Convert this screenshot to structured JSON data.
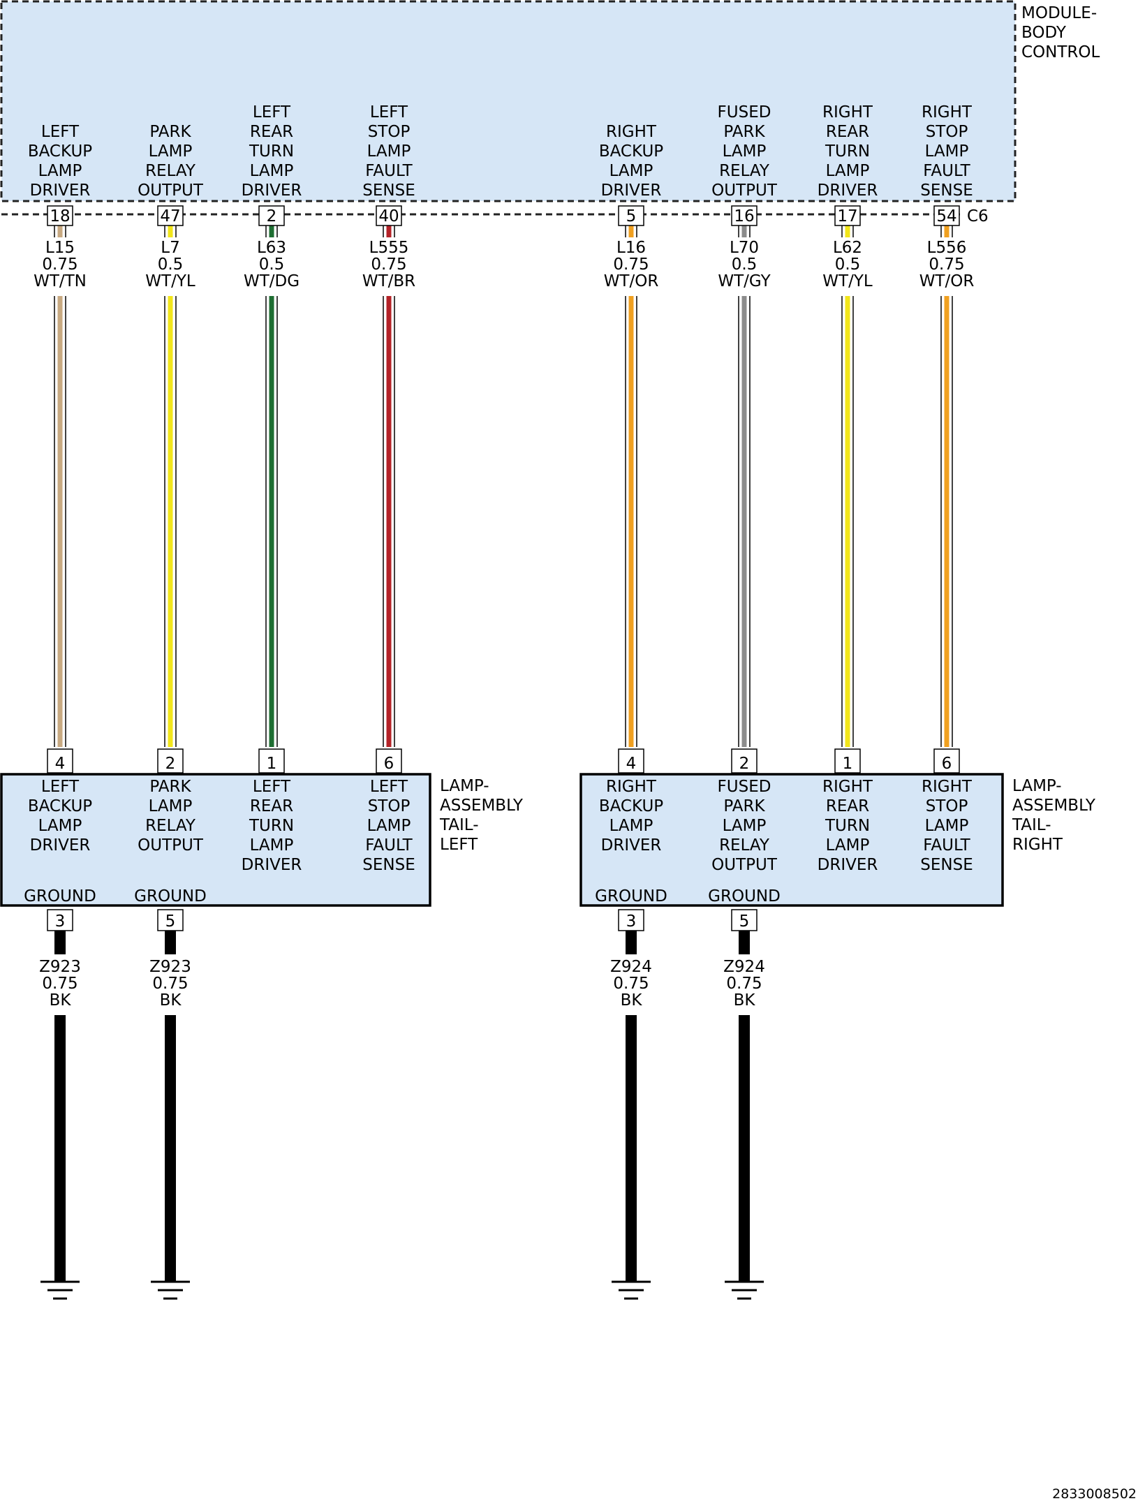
{
  "module": {
    "name_lines": [
      "MODULE-",
      "BODY",
      "CONTROL"
    ],
    "connector": "C6",
    "fill_color": "#d6e6f6",
    "pins": [
      {
        "label_lines": [
          "LEFT",
          "BACKUP",
          "LAMP",
          "DRIVER"
        ],
        "pin": "18"
      },
      {
        "label_lines": [
          "PARK",
          "LAMP",
          "RELAY",
          "OUTPUT"
        ],
        "pin": "47"
      },
      {
        "label_lines": [
          "LEFT",
          "REAR",
          "TURN",
          "LAMP",
          "DRIVER"
        ],
        "pin": "2"
      },
      {
        "label_lines": [
          "LEFT",
          "STOP",
          "LAMP",
          "FAULT",
          "SENSE"
        ],
        "pin": "40"
      },
      {
        "label_lines": [
          "RIGHT",
          "BACKUP",
          "LAMP",
          "DRIVER"
        ],
        "pin": "5"
      },
      {
        "label_lines": [
          "FUSED",
          "PARK",
          "LAMP",
          "RELAY",
          "OUTPUT"
        ],
        "pin": "16"
      },
      {
        "label_lines": [
          "RIGHT",
          "REAR",
          "TURN",
          "LAMP",
          "DRIVER"
        ],
        "pin": "17"
      },
      {
        "label_lines": [
          "RIGHT",
          "STOP",
          "LAMP",
          "FAULT",
          "SENSE"
        ],
        "pin": "54"
      }
    ]
  },
  "wires": [
    {
      "circuit": "L15",
      "gauge": "0.75",
      "color_code": "WT/TN",
      "stripe_color": "#c8aa82"
    },
    {
      "circuit": "L7",
      "gauge": "0.5",
      "color_code": "WT/YL",
      "stripe_color": "#f2e61a"
    },
    {
      "circuit": "L63",
      "gauge": "0.5",
      "color_code": "WT/DG",
      "stripe_color": "#1e6e32"
    },
    {
      "circuit": "L555",
      "gauge": "0.75",
      "color_code": "WT/BR",
      "stripe_color": "#b42328"
    },
    {
      "circuit": "L16",
      "gauge": "0.75",
      "color_code": "WT/OR",
      "stripe_color": "#f0a020"
    },
    {
      "circuit": "L70",
      "gauge": "0.5",
      "color_code": "WT/GY",
      "stripe_color": "#8c8c8c"
    },
    {
      "circuit": "L62",
      "gauge": "0.5",
      "color_code": "WT/YL",
      "stripe_color": "#f2e61a"
    },
    {
      "circuit": "L556",
      "gauge": "0.75",
      "color_code": "WT/OR",
      "stripe_color": "#f0a020"
    }
  ],
  "lamps": [
    {
      "name_lines": [
        "LAMP-",
        "ASSEMBLY",
        "TAIL-",
        "LEFT"
      ],
      "pins": [
        {
          "pin": "4",
          "label_lines": [
            "LEFT",
            "BACKUP",
            "LAMP",
            "DRIVER"
          ]
        },
        {
          "pin": "2",
          "label_lines": [
            "PARK",
            "LAMP",
            "RELAY",
            "OUTPUT"
          ]
        },
        {
          "pin": "1",
          "label_lines": [
            "LEFT",
            "REAR",
            "TURN",
            "LAMP",
            "DRIVER"
          ]
        },
        {
          "pin": "6",
          "label_lines": [
            "LEFT",
            "STOP",
            "LAMP",
            "FAULT",
            "SENSE"
          ]
        }
      ],
      "grounds": [
        {
          "label": "GROUND",
          "pin": "3",
          "circuit": "Z923",
          "gauge": "0.75",
          "color_code": "BK"
        },
        {
          "label": "GROUND",
          "pin": "5",
          "circuit": "Z923",
          "gauge": "0.75",
          "color_code": "BK"
        }
      ]
    },
    {
      "name_lines": [
        "LAMP-",
        "ASSEMBLY",
        "TAIL-",
        "RIGHT"
      ],
      "pins": [
        {
          "pin": "4",
          "label_lines": [
            "RIGHT",
            "BACKUP",
            "LAMP",
            "DRIVER"
          ]
        },
        {
          "pin": "2",
          "label_lines": [
            "FUSED",
            "PARK",
            "LAMP",
            "RELAY",
            "OUTPUT"
          ]
        },
        {
          "pin": "1",
          "label_lines": [
            "RIGHT",
            "REAR",
            "TURN",
            "LAMP",
            "DRIVER"
          ]
        },
        {
          "pin": "6",
          "label_lines": [
            "RIGHT",
            "STOP",
            "LAMP",
            "FAULT",
            "SENSE"
          ]
        }
      ],
      "grounds": [
        {
          "label": "GROUND",
          "pin": "3",
          "circuit": "Z924",
          "gauge": "0.75",
          "color_code": "BK"
        },
        {
          "label": "GROUND",
          "pin": "5",
          "circuit": "Z924",
          "gauge": "0.75",
          "color_code": "BK"
        }
      ]
    }
  ],
  "footer_id": "2833008502"
}
